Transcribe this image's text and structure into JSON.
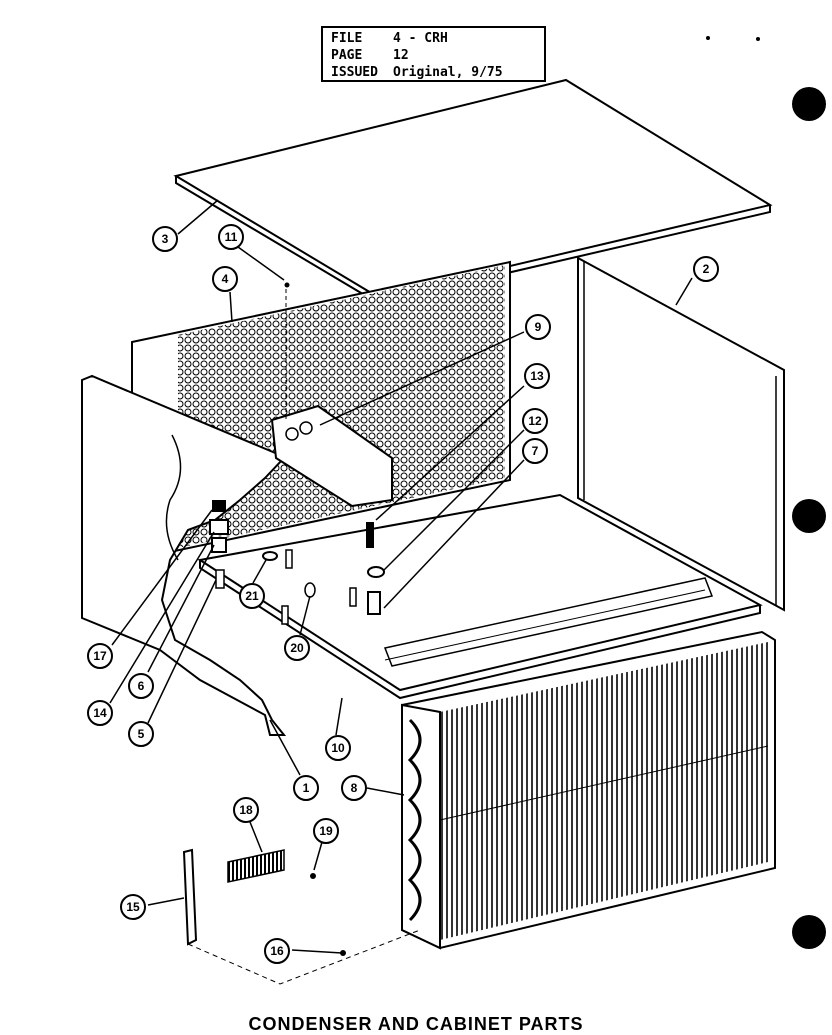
{
  "info": {
    "file_label": "FILE",
    "file_value": "4 - CRH",
    "page_label": "PAGE",
    "page_value": "12",
    "issued_label": "ISSUED",
    "issued_value": "Original, 9/75"
  },
  "callouts": {
    "c1": "1",
    "c2": "2",
    "c3": "3",
    "c4": "4",
    "c5": "5",
    "c6": "6",
    "c7": "7",
    "c8": "8",
    "c9": "9",
    "c10": "10",
    "c11": "11",
    "c12": "12",
    "c13": "13",
    "c14": "14",
    "c15": "15",
    "c16": "16",
    "c17": "17",
    "c18": "18",
    "c19": "19",
    "c20": "20",
    "c21": "21"
  },
  "caption": "CONDENSER AND CABINET PARTS"
}
